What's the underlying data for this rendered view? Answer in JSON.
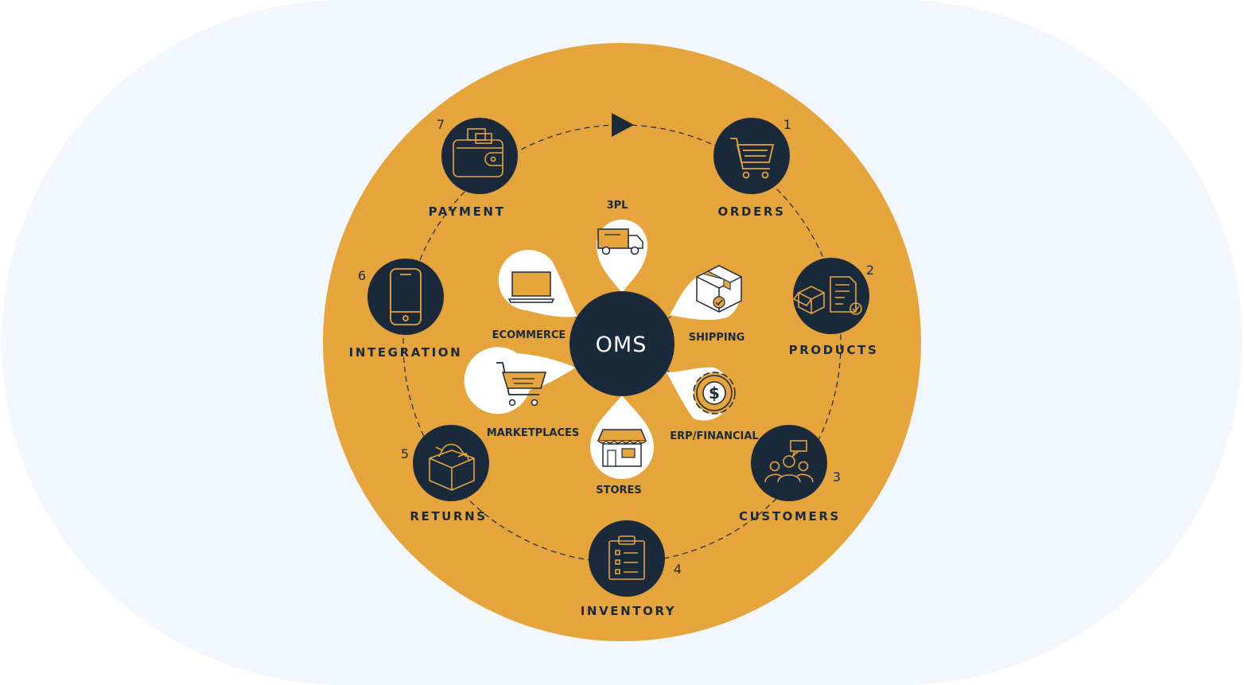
{
  "colors": {
    "background": "#f1f7fc",
    "ring": "#e6a43c",
    "navy": "#1b2a3a",
    "petal": "#ffffff",
    "icon_line": "#e6a43c"
  },
  "hub": {
    "label": "OMS"
  },
  "cycle_steps": [
    {
      "number": "1",
      "label": "ORDERS",
      "icon": "shopping-cart-icon"
    },
    {
      "number": "2",
      "label": "PRODUCTS",
      "icon": "product-box-checklist-icon"
    },
    {
      "number": "3",
      "label": "CUSTOMERS",
      "icon": "customers-group-icon"
    },
    {
      "number": "4",
      "label": "INVENTORY",
      "icon": "clipboard-list-icon"
    },
    {
      "number": "5",
      "label": "RETURNS",
      "icon": "return-box-icon"
    },
    {
      "number": "6",
      "label": "INTEGRATION",
      "icon": "smartphone-icon"
    },
    {
      "number": "7",
      "label": "PAYMENT",
      "icon": "wallet-icon"
    }
  ],
  "petals": [
    {
      "label": "3PL",
      "icon": "delivery-truck-icon"
    },
    {
      "label": "SHIPPING",
      "icon": "package-box-icon"
    },
    {
      "label": "ERP/FINANCIAL",
      "icon": "dollar-gear-icon"
    },
    {
      "label": "STORES",
      "icon": "storefront-icon"
    },
    {
      "label": "MARKETPLACES",
      "icon": "marketplace-cart-icon"
    },
    {
      "label": "ECOMMERCE",
      "icon": "laptop-icon"
    }
  ],
  "cycle_direction_icon": "play-arrow-icon"
}
